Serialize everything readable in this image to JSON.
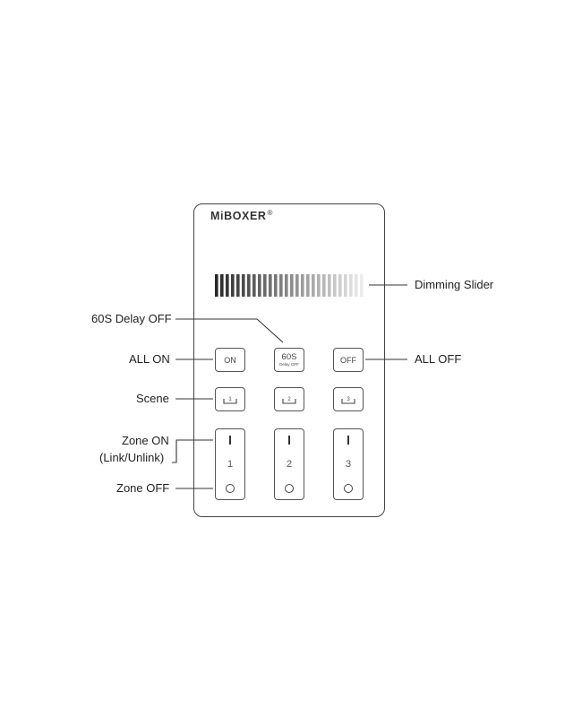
{
  "remote": {
    "brand": "MiBOXER",
    "brand_mark": "®",
    "buttons": {
      "on_label": "ON",
      "delay_label_top": "60S",
      "delay_label_bottom": "Delay OFF",
      "off_label": "OFF"
    },
    "scene_numbers": [
      "1",
      "2",
      "3"
    ],
    "zone_numbers": [
      "1",
      "2",
      "3"
    ]
  },
  "callouts": {
    "dimming_slider": "Dimming Slider",
    "delay_off": "60S Delay OFF",
    "all_on": "ALL ON",
    "all_off": "ALL OFF",
    "scene": "Scene",
    "zone_on_line1": "Zone ON",
    "zone_on_line2": "(Link/Unlink)",
    "zone_off": "Zone OFF"
  },
  "icons": {
    "scene": "scene-icon",
    "zone_on": "zone-on-bar-icon",
    "zone_off": "zone-off-circle-icon"
  }
}
